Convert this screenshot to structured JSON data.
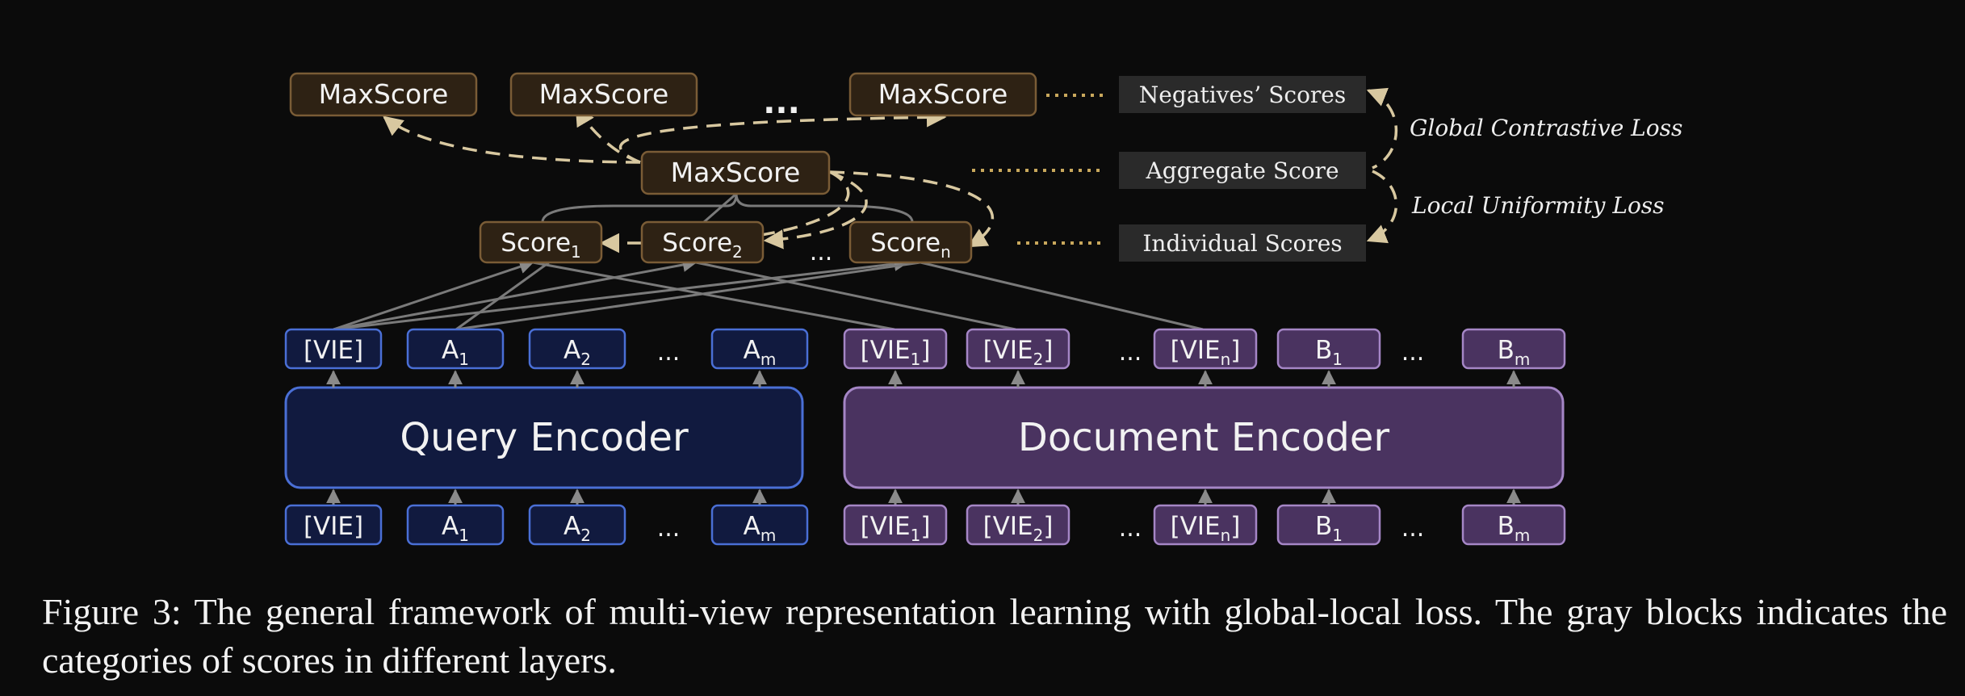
{
  "max_scores": [
    "MaxScore",
    "MaxScore",
    "MaxScore"
  ],
  "dots": "...",
  "aggregate": "MaxScore",
  "scores": [
    {
      "base": "Score",
      "sub": "1"
    },
    {
      "base": "Score",
      "sub": "2"
    },
    {
      "base": "Score",
      "sub": "n"
    }
  ],
  "legend": [
    "Negatives’ Scores",
    "Aggregate Score",
    "Individual Scores"
  ],
  "losses": [
    "Global Contrastive Loss",
    "Local Uniformity Loss"
  ],
  "query_tokens": [
    {
      "base": "[VIE]",
      "sub": ""
    },
    {
      "base": "A",
      "sub": "1"
    },
    {
      "base": "A",
      "sub": "2"
    },
    {
      "base": "...",
      "sub": ""
    },
    {
      "base": "A",
      "sub": "m"
    }
  ],
  "doc_tokens": [
    {
      "base": "[VIE",
      "sub": "1",
      "post": "]"
    },
    {
      "base": "[VIE",
      "sub": "2",
      "post": "]"
    },
    {
      "base": "...",
      "sub": ""
    },
    {
      "base": "[VIE",
      "sub": "n",
      "post": "]"
    },
    {
      "base": "B",
      "sub": "1"
    },
    {
      "base": "...",
      "sub": ""
    },
    {
      "base": "B",
      "sub": "m"
    }
  ],
  "encoders": {
    "query": "Query Encoder",
    "document": "Document Encoder"
  },
  "caption": "Figure 3: The general framework of multi-view representation learning with global-local loss. The gray blocks indicates the categories of scores in different layers.",
  "colors": {
    "background": "#0b0b0b",
    "score_box": "#2e2214",
    "score_border": "#7a5c36",
    "query_fill": "#111a3f",
    "query_border": "#4a6fd6",
    "doc_fill": "#4a3360",
    "doc_border": "#a586c6",
    "legend_box": "#2a2a2a",
    "dash": "#d8c8a0",
    "dotted": "#c9a85c",
    "line_gray": "#8a8a8a"
  }
}
